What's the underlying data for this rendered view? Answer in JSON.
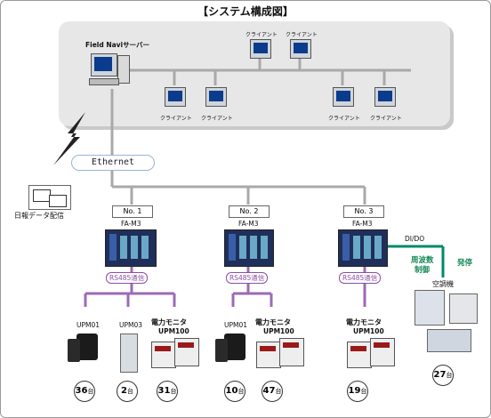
{
  "title": "【システム構成図】",
  "server": {
    "label": "Field Naviサーバー"
  },
  "client_label": "クライアント",
  "network_label": "Ethernet",
  "report_label": "日報データ配信",
  "units": [
    {
      "no": "No. 1",
      "model": "FA-M3",
      "bus": "RS485通信"
    },
    {
      "no": "No. 2",
      "model": "FA-M3",
      "bus": "RS485通信"
    },
    {
      "no": "No. 3",
      "model": "FA-M3",
      "bus": "RS485通信"
    }
  ],
  "devices": {
    "upm01": "UPM01",
    "upm03": "UPM03",
    "monitor": "電力モニタ",
    "upm100": "UPM100"
  },
  "counts": {
    "unit1_upm01": "36",
    "unit1_upm03": "2",
    "unit1_monitor": "31",
    "unit2_upm01": "10",
    "unit2_monitor": "47",
    "unit3_monitor": "19",
    "aircon": "27"
  },
  "count_unit": "台",
  "dio_label": "DI/DO",
  "freq_label_1": "周波数",
  "freq_label_2": "制御",
  "start_stop_label": "発停",
  "aircon_label": "空調機",
  "colors": {
    "lan": "#a9a9a9",
    "rs485": "#9b6bb5",
    "dio": "#00896a",
    "panel": "#e7e7e7"
  }
}
